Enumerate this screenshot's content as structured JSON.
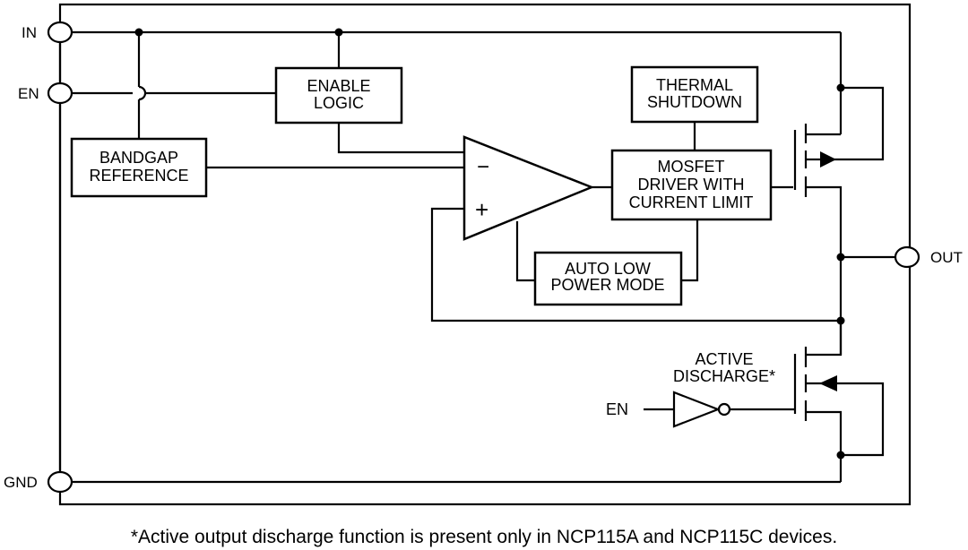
{
  "pins": {
    "in": "IN",
    "en": "EN",
    "gnd": "GND",
    "out": "OUT"
  },
  "blocks": {
    "enable_logic": [
      "ENABLE",
      "LOGIC"
    ],
    "bandgap": [
      "BANDGAP",
      "REFERENCE"
    ],
    "thermal": [
      "THERMAL",
      "SHUTDOWN"
    ],
    "mosfet_driver": [
      "MOSFET",
      "DRIVER WITH",
      "CURRENT LIMIT"
    ],
    "auto_low_power": [
      "AUTO LOW",
      "POWER MODE"
    ],
    "active_discharge": [
      "ACTIVE",
      "DISCHARGE*"
    ]
  },
  "opamp": {
    "minus": "−",
    "plus": "+"
  },
  "discharge_en_label": "EN",
  "footnote": "*Active output discharge function is present only in NCP115A and NCP115C devices."
}
